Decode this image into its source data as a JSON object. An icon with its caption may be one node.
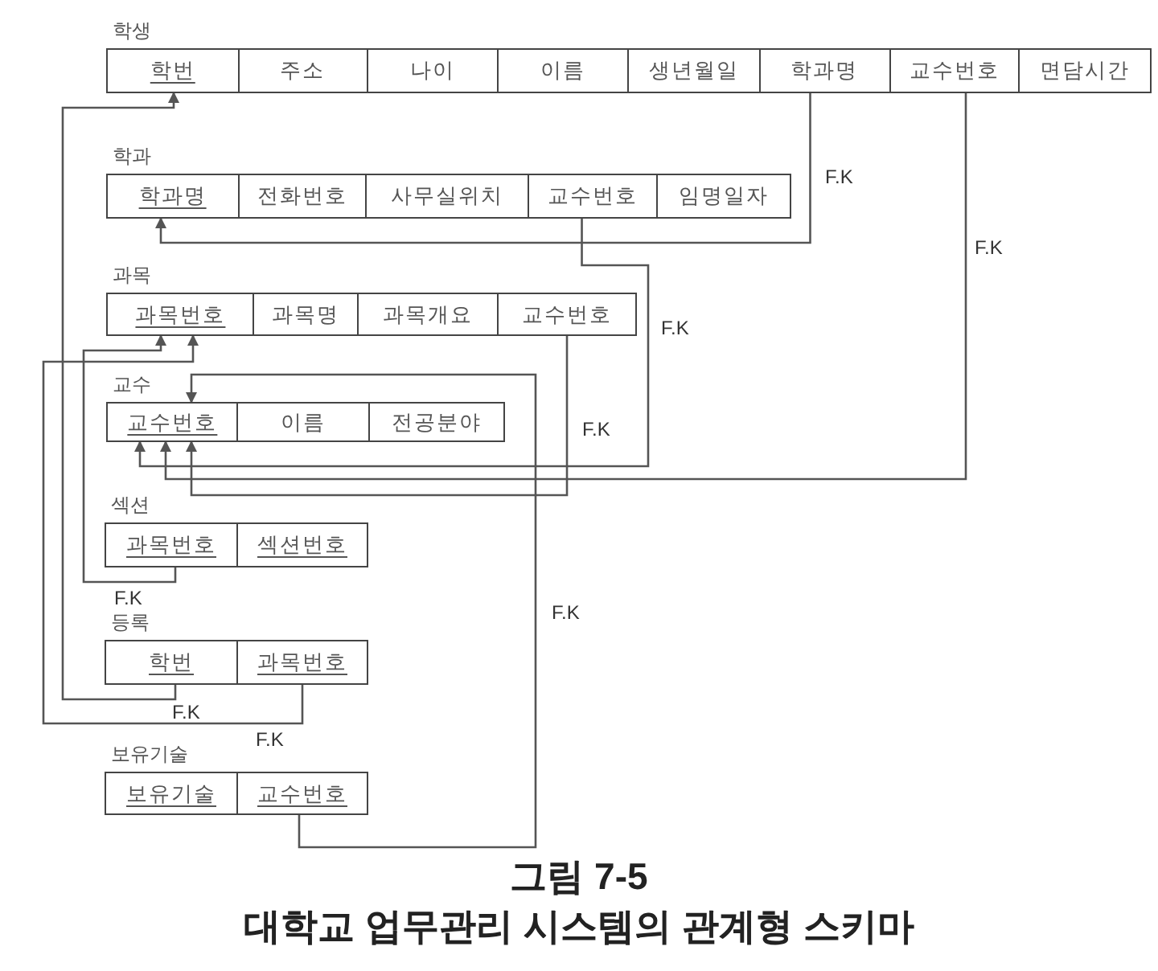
{
  "diagram": {
    "caption": "그림 7-5 대학교 업무관리 시스템의 관계형 스키마",
    "nodes": [
      {
        "text": [
          "학생"
        ]
      },
      {
        "text": [
          "학번"
        ],
        "in": 0
      },
      {
        "text": [
          "주소"
        ],
        "in": 0
      },
      {
        "text": [
          "나이"
        ],
        "in": 0
      },
      {
        "text": [
          "이름"
        ],
        "in": 0
      },
      {
        "text": [
          "생년월일"
        ],
        "in": 0
      },
      {
        "text": [
          "학과명"
        ],
        "in": 0
      },
      {
        "text": [
          "교수번호"
        ],
        "in": 0
      },
      {
        "text": [
          "면담시간"
        ],
        "in": 0
      },
      {
        "text": [
          "학과"
        ]
      },
      {
        "text": [
          "학과명"
        ],
        "in": 9
      },
      {
        "text": [
          "전화번호"
        ],
        "in": 9
      },
      {
        "text": [
          "사무실위치"
        ],
        "in": 9
      },
      {
        "text": [
          "교수번호"
        ],
        "in": 9
      },
      {
        "text": [
          "임명일자"
        ],
        "in": 9
      },
      {
        "text": [
          "과목"
        ]
      },
      {
        "text": [
          "과목번호"
        ],
        "in": 15
      },
      {
        "text": [
          "과목명"
        ],
        "in": 15
      },
      {
        "text": [
          "과목개요"
        ],
        "in": 15
      },
      {
        "text": [
          "교수번호"
        ],
        "in": 15
      },
      {
        "text": [
          "교수"
        ]
      },
      {
        "text": [
          "교수번호"
        ],
        "in": 20
      },
      {
        "text": [
          "이름"
        ],
        "in": 20
      },
      {
        "text": [
          "전공분야"
        ],
        "in": 20
      },
      {
        "text": [
          "섹션"
        ]
      },
      {
        "text": [
          "과목번호"
        ],
        "in": 24
      },
      {
        "text": [
          "섹션번호"
        ],
        "in": 24
      },
      {
        "text": [
          "등록"
        ]
      },
      {
        "text": [
          "학번"
        ],
        "in": 27
      },
      {
        "text": [
          "과목번호"
        ],
        "in": 27
      },
      {
        "text": [
          "보유기술"
        ]
      },
      {
        "text": [
          "보유기술"
        ],
        "in": 30
      },
      {
        "text": [
          "교수번호"
        ],
        "in": 30
      }
    ],
    "edges": [
      {
        "from": 6,
        "to": 10,
        "arrow": "to",
        "label": "F.K"
      },
      {
        "from": 7,
        "to": 21,
        "arrow": "to",
        "label": "F.K"
      },
      {
        "from": 13,
        "to": 21,
        "arrow": "to",
        "label": "F.K"
      },
      {
        "from": 19,
        "to": 21,
        "arrow": "to",
        "label": "F.K"
      },
      {
        "from": 25,
        "to": 16,
        "arrow": "to",
        "label": "F.K"
      },
      {
        "from": 28,
        "to": 1,
        "arrow": "to",
        "label": "F.K"
      },
      {
        "from": 29,
        "to": 16,
        "arrow": "to",
        "label": "F.K"
      },
      {
        "from": 32,
        "to": 21,
        "arrow": "to",
        "label": "F.K"
      }
    ]
  }
}
